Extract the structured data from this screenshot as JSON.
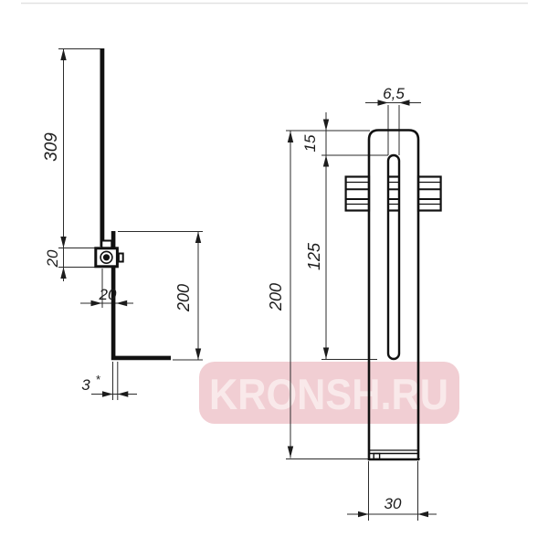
{
  "drawing": {
    "title_hint": "bracket two-view technical drawing",
    "labels": {
      "side_height": "309",
      "side_clamp_height": "20",
      "side_offset": "20",
      "side_leg_height": "200",
      "side_thickness": "3",
      "side_thickness_star": "*",
      "front_slot_width": "6,5",
      "front_slot_top": "15",
      "front_slot_length": "125",
      "front_height": "200",
      "front_width": "30"
    },
    "colors": {
      "line": "#1c1c1c",
      "thin_line": "#3a3a3a",
      "top_border": "#e2e2e2",
      "watermark_bg": "#f1ced3",
      "watermark_fg": "#f9e9ea"
    },
    "watermark": {
      "text": "KRONSH.RU"
    }
  }
}
